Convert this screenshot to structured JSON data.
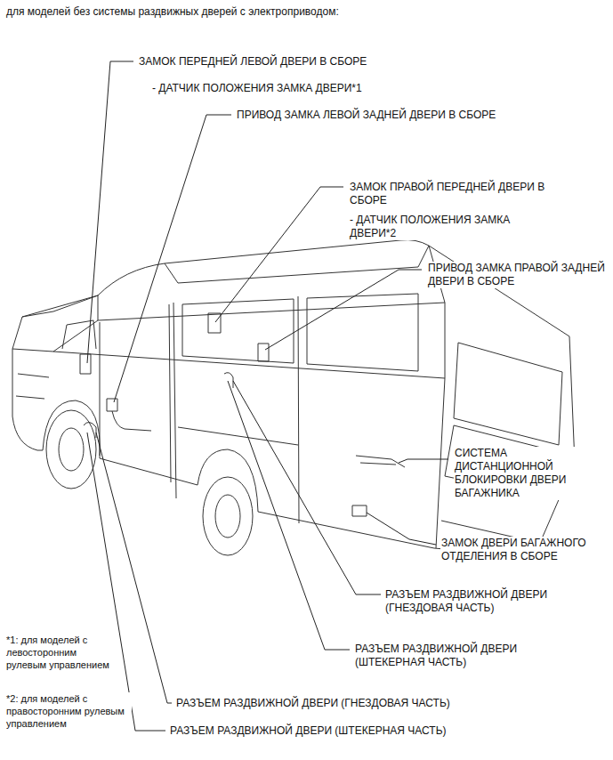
{
  "diagram": {
    "title": "для моделей без системы раздвижных дверей с электроприводом:",
    "labels": [
      "ЗАМОК ПЕРЕДНЕЙ ЛЕВОЙ ДВЕРИ В СБОРЕ",
      "- ДАТЧИК ПОЛОЖЕНИЯ ЗАМКА ДВЕРИ*1",
      "ПРИВОД ЗАМКА ЛЕВОЙ ЗАДНЕЙ ДВЕРИ В СБОРЕ",
      "ЗАМОК ПРАВОЙ ПЕРЕДНЕЙ ДВЕРИ В СБОРЕ",
      "- ДАТЧИК ПОЛОЖЕНИЯ ЗАМКА ДВЕРИ*2",
      "ПРИВОД ЗАМКА ПРАВОЙ ЗАДНЕЙ ДВЕРИ В СБОРЕ",
      "СИСТЕМА ДИСТАНЦИОННОЙ БЛОКИРОВКИ ДВЕРИ БАГАЖНИКА",
      "ЗАМОК ДВЕРИ БАГАЖНОГО ОТДЕЛЕНИЯ В СБОРЕ",
      "РАЗЪЕМ РАЗДВИЖНОЙ ДВЕРИ (ГНЕЗДОВАЯ ЧАСТЬ)",
      "РАЗЪЕМ РАЗДВИЖНОЙ ДВЕРИ (ШТЕКЕРНАЯ ЧАСТЬ)",
      "*1: для моделей с левосторонним рулевым управлением",
      "*2: для моделей с правосторонним рулевым управлением",
      "РАЗЪЕМ РАЗДВИЖНОЙ ДВЕРИ (ГНЕЗДОВАЯ ЧАСТЬ)",
      "РАЗЪЕМ РАЗДВИЖНОЙ ДВЕРИ (ШТЕКЕРНАЯ ЧАСТЬ)"
    ]
  }
}
